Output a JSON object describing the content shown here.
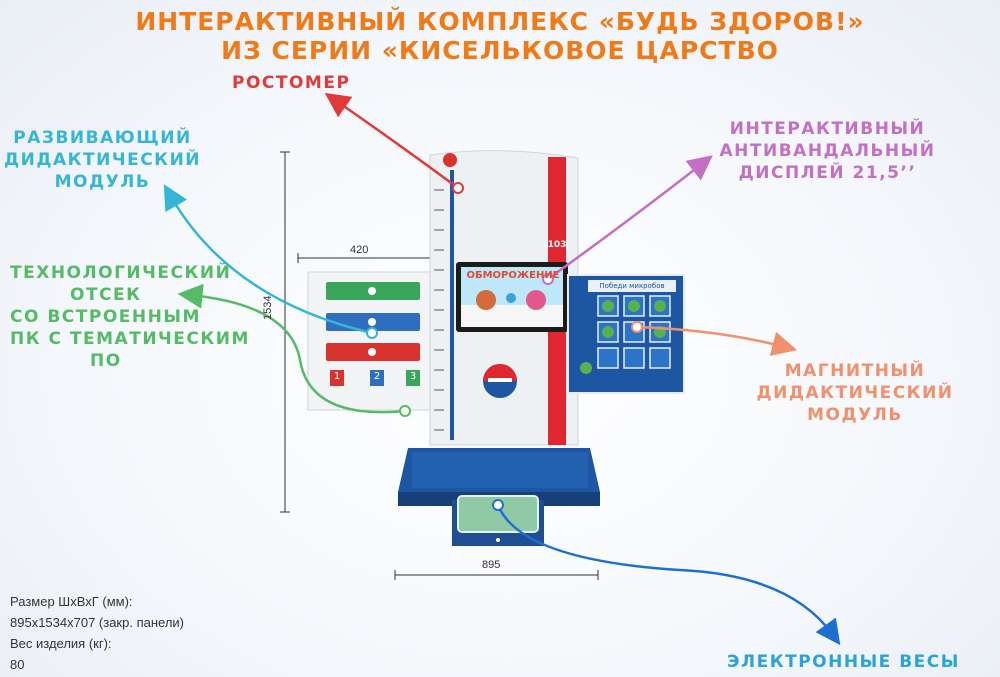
{
  "title": {
    "line1": "ИНТЕРАКТИВНЫЙ КОМПЛЕКС «БУДЬ ЗДОРОВ!»",
    "line2": "ИЗ СЕРИИ «КИСЕЛЬКОВОЕ ЦАРСТВО"
  },
  "labels": {
    "height_meter": "РОСТОМЕР",
    "didactic": [
      "РАЗВИВАЮЩИЙ",
      "ДИДАКТИЧЕСКИЙ",
      "МОДУЛЬ"
    ],
    "tech": [
      "ТЕХНОЛОГИЧЕСКИЙ",
      "ОТСЕК",
      "СО ВСТРОЕННЫМ",
      "ПК С ТЕМАТИЧЕСКИМ",
      "ПО"
    ],
    "display": [
      "ИНТЕРАКТИВНЫЙ",
      "АНТИВАНДАЛЬНЫЙ",
      "ДИСПЛЕЙ 21,5’’"
    ],
    "magnetic": [
      "МАГНИТНЫЙ",
      "ДИДАКТИЧЕСКИЙ",
      "МОДУЛЬ"
    ],
    "scales": "ЭЛЕКТРОННЫЕ ВЕСЫ"
  },
  "dimensions": {
    "width_top": "420",
    "height": "1534",
    "width_bottom": "895"
  },
  "specs": [
    "Размер ШхВхГ (мм):",
    "895x1534x707 (закр. панели)",
    "Вес изделия (кг):",
    "80"
  ],
  "device": {
    "screen_text": "ОБМОРОЖЕНИЕ",
    "panel_number": "103",
    "magnet_header": "Победи микробов",
    "button_labels": [
      "1",
      "2",
      "3"
    ]
  },
  "colors": {
    "title": "#f07a18",
    "red": "#e23a3a",
    "cyan": "#35b6d6",
    "green": "#55bb66",
    "purple": "#c26fc4",
    "salmon": "#f2906e",
    "blue": "#2aa3d8",
    "base": "#1d57a3"
  }
}
